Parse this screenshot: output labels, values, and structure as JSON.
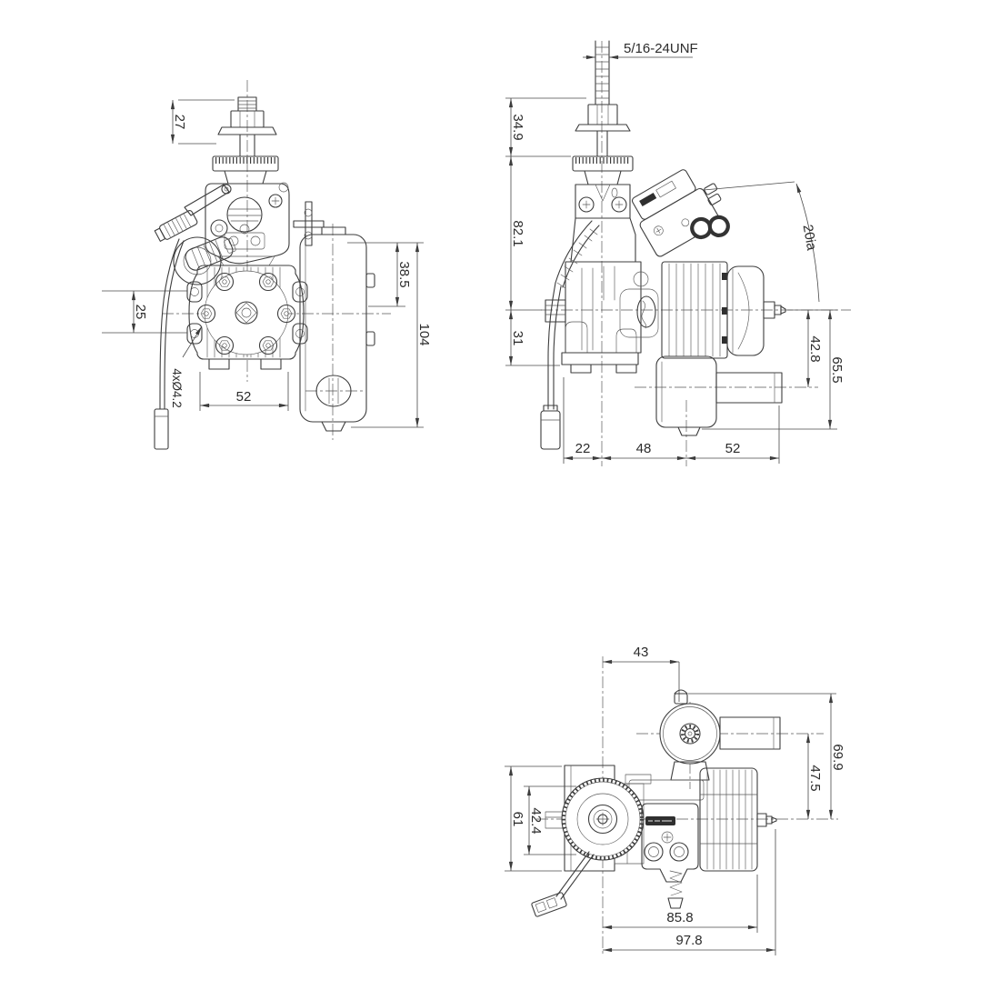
{
  "meta": {
    "description": "Three-view engineering dimension drawing of a small gasoline RC engine",
    "background": "#ffffff",
    "line_color": "#3d3d3d",
    "dim_color": "#4a4a4a",
    "text_color": "#2b2b2b"
  },
  "front_view": {
    "dims": {
      "shaft": "27",
      "mount_spacing": "25",
      "mount_holes": "4xØ4.2",
      "width": "52",
      "muffler_top": "38.5",
      "muffler_length": "104"
    }
  },
  "side_view": {
    "thread": "5/16-24UNF",
    "dims": {
      "shaft": "34.9",
      "upper": "82.1",
      "lower": "31",
      "carb_angle": "20ia",
      "muffler_axis": "42.8",
      "overall": "65.5",
      "a": "22",
      "b": "48",
      "c": "52"
    }
  },
  "top_view": {
    "dims": {
      "muffler_offset": "43",
      "depth": "69.9",
      "pipe_axis": "47.5",
      "body": "61",
      "inner": "42.4",
      "length": "85.8",
      "overall": "97.8"
    }
  }
}
